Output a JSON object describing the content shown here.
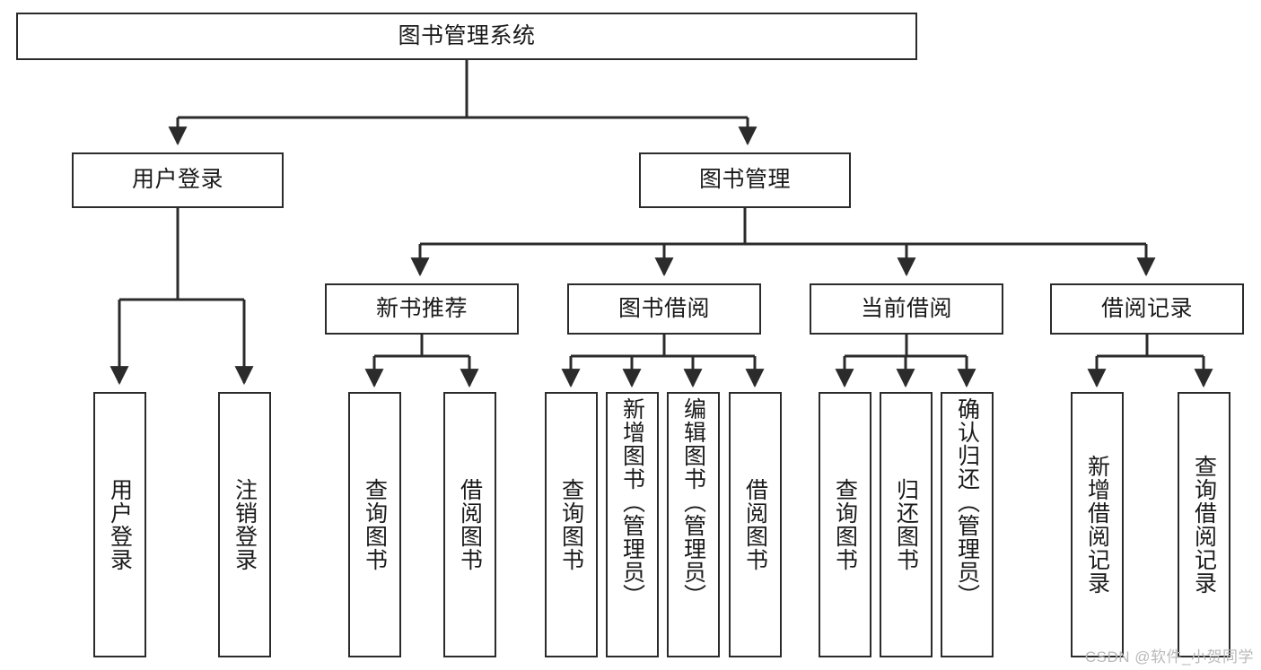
{
  "diagram": {
    "title": "图书管理系统",
    "type": "tree-hierarchy",
    "watermark": "CSDN @软件_小贺同学",
    "colors": {
      "stroke": "#2b2b2b",
      "fill": "#ffffff",
      "text": "#1a1a1a",
      "watermark": "#b9b9b9"
    },
    "root": {
      "id": "root",
      "label": "图书管理系统",
      "orientation": "horizontal"
    },
    "level2": [
      {
        "id": "user-login",
        "label": "用户登录",
        "orientation": "horizontal"
      },
      {
        "id": "book-manage",
        "label": "图书管理",
        "orientation": "horizontal"
      }
    ],
    "level3": [
      {
        "id": "new-book-recommend",
        "label": "新书推荐",
        "orientation": "horizontal",
        "parent": "book-manage"
      },
      {
        "id": "book-borrow",
        "label": "图书借阅",
        "orientation": "horizontal",
        "parent": "book-manage"
      },
      {
        "id": "current-borrow",
        "label": "当前借阅",
        "orientation": "horizontal",
        "parent": "book-manage"
      },
      {
        "id": "borrow-record",
        "label": "借阅记录",
        "orientation": "horizontal",
        "parent": "book-manage"
      }
    ],
    "leaves": [
      {
        "id": "leaf-user-login",
        "label": "用户登录",
        "orientation": "vertical",
        "parent": "user-login"
      },
      {
        "id": "leaf-user-logout",
        "label": "注销登录",
        "orientation": "vertical",
        "parent": "user-login"
      },
      {
        "id": "leaf-query-book-1",
        "label": "查询图书",
        "orientation": "vertical",
        "parent": "new-book-recommend"
      },
      {
        "id": "leaf-borrow-book-1",
        "label": "借阅图书",
        "orientation": "vertical",
        "parent": "new-book-recommend"
      },
      {
        "id": "leaf-query-book-2",
        "label": "查询图书",
        "orientation": "vertical",
        "parent": "book-borrow"
      },
      {
        "id": "leaf-add-book",
        "label": "新增图书（管理员）",
        "orientation": "vertical",
        "parent": "book-borrow"
      },
      {
        "id": "leaf-edit-book",
        "label": "编辑图书（管理员）",
        "orientation": "vertical",
        "parent": "book-borrow"
      },
      {
        "id": "leaf-borrow-book-2",
        "label": "借阅图书",
        "orientation": "vertical",
        "parent": "book-borrow"
      },
      {
        "id": "leaf-query-book-3",
        "label": "查询图书",
        "orientation": "vertical",
        "parent": "current-borrow"
      },
      {
        "id": "leaf-return-book",
        "label": "归还图书",
        "orientation": "vertical",
        "parent": "current-borrow"
      },
      {
        "id": "leaf-confirm-return",
        "label": "确认归还（管理员）",
        "orientation": "vertical",
        "parent": "current-borrow"
      },
      {
        "id": "leaf-add-record",
        "label": "新增借阅记录",
        "orientation": "vertical",
        "parent": "borrow-record"
      },
      {
        "id": "leaf-query-record",
        "label": "查询借阅记录",
        "orientation": "vertical",
        "parent": "borrow-record"
      }
    ]
  }
}
